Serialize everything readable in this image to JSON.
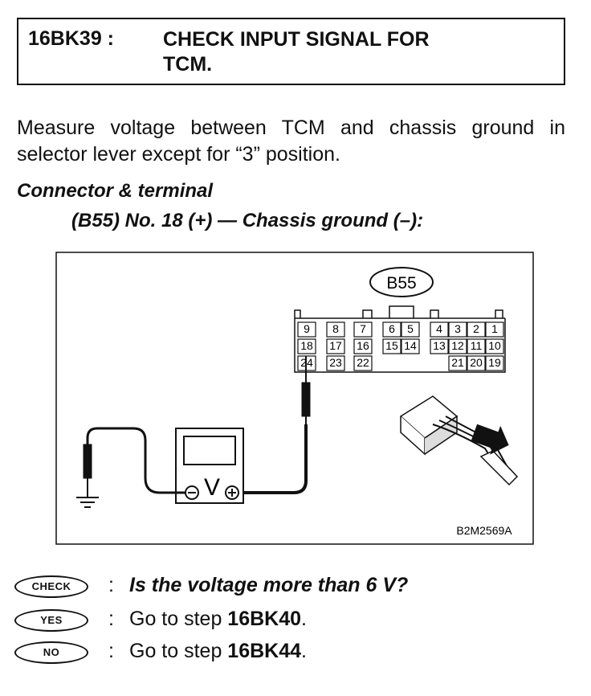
{
  "header": {
    "step_id": "16BK39 :",
    "title_line1": "CHECK INPUT SIGNAL FOR",
    "title_line2": "TCM."
  },
  "instruction": "Measure voltage between TCM and chassis ground in selector lever except for “3” position.",
  "connector": {
    "label": "Connector & terminal",
    "detail": "(B55) No. 18 (+) — Chassis ground (–):"
  },
  "diagram": {
    "connector_name": "B55",
    "figure_code": "B2M2569A",
    "pins_row1": [
      "9",
      "8",
      "7",
      "6",
      "5",
      "4",
      "3",
      "2",
      "1"
    ],
    "pins_row2": [
      "18",
      "17",
      "16",
      "15",
      "14",
      "13",
      "12",
      "11",
      "10"
    ],
    "pins_row3": [
      "24",
      "23",
      "22",
      "21",
      "20",
      "19"
    ],
    "meter_symbol": "V"
  },
  "checks": [
    {
      "tag": "CHECK",
      "colon": ":",
      "text": "Is the voltage more than 6 V?"
    },
    {
      "tag": "YES",
      "colon": ":",
      "text_prefix": "Go to step ",
      "step": "16BK40",
      "suffix": "."
    },
    {
      "tag": "NO",
      "colon": ":",
      "text_prefix": "Go to step ",
      "step": "16BK44",
      "suffix": "."
    }
  ]
}
